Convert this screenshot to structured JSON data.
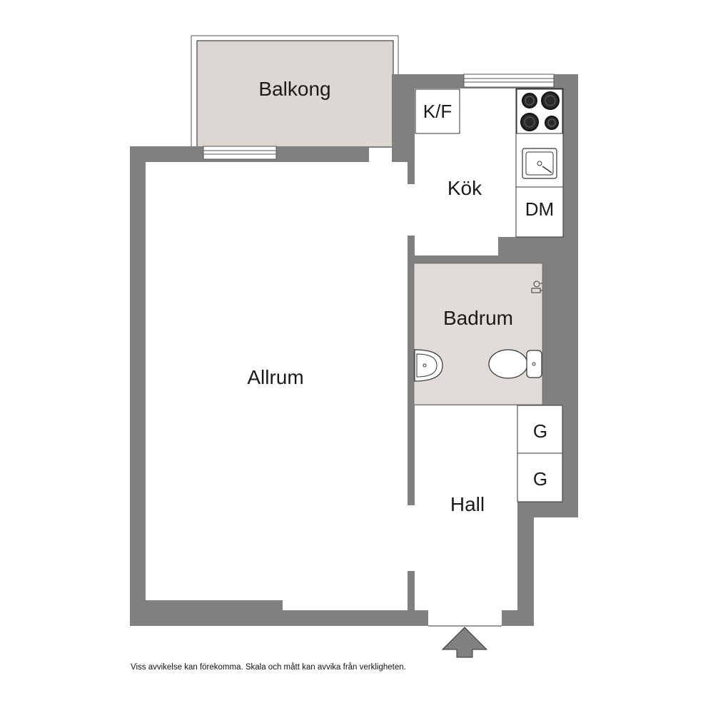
{
  "colors": {
    "wall": "#808080",
    "floor": "#ffffff",
    "wet_room_floor": "#e1dcd8",
    "balcony_floor": "#dcd7d2",
    "line": "#333333"
  },
  "rooms": {
    "balcony": "Balkong",
    "kitchen": "Kök",
    "living": "Allrum",
    "bathroom": "Badrum",
    "hall": "Hall"
  },
  "fixtures": {
    "fridge_freezer": "K/F",
    "dishwasher": "DM",
    "wardrobe_1": "G",
    "wardrobe_2": "G"
  },
  "icons": [
    "stove-icon",
    "sink-icon",
    "washbasin-icon",
    "toilet-icon",
    "shower-icon",
    "entrance-arrow-icon"
  ],
  "disclaimer": "Viss avvikelse kan förekomma. Skala och mått kan avvika från verkligheten."
}
